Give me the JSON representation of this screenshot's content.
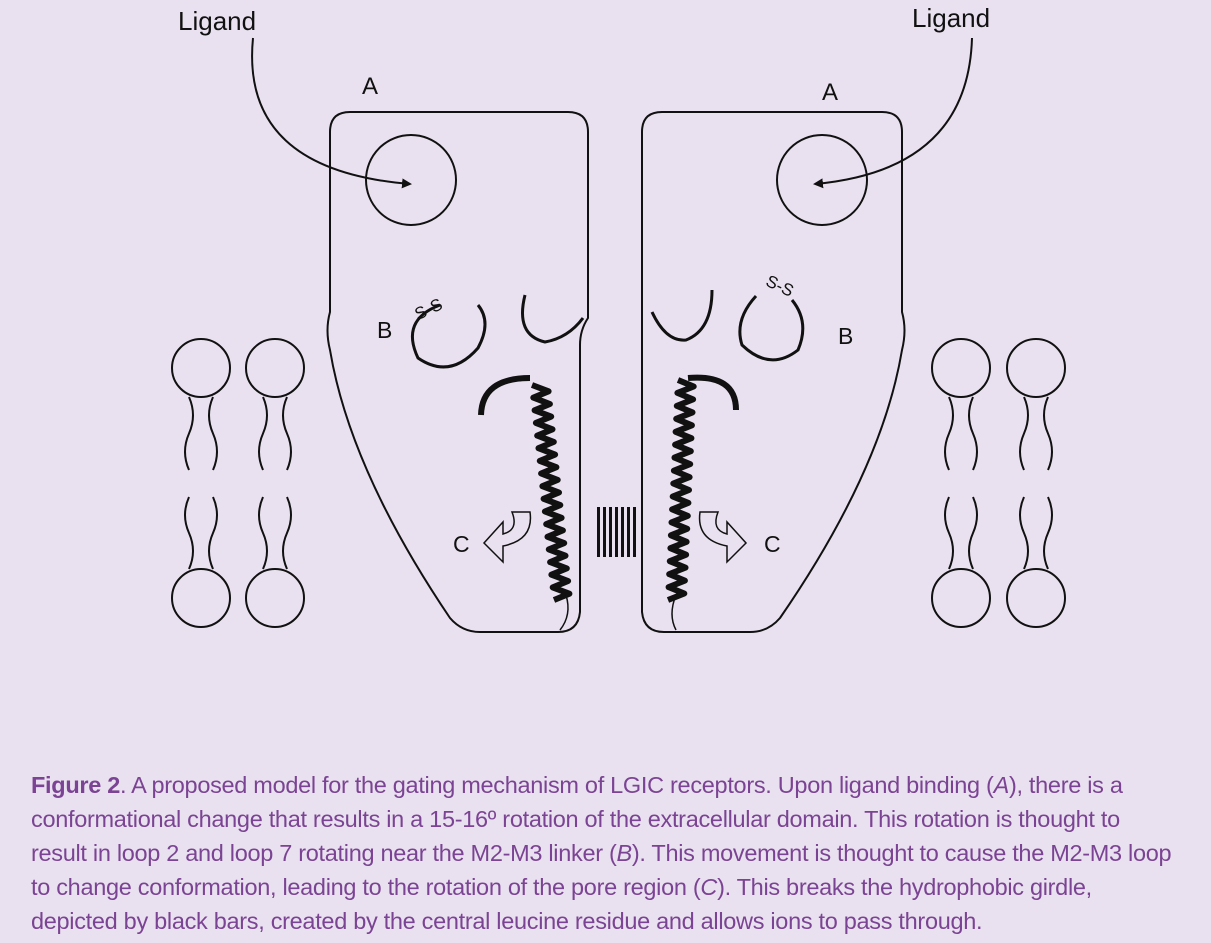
{
  "diagram": {
    "labels": {
      "ligand_left": "Ligand",
      "ligand_right": "Ligand",
      "a_left": "A",
      "a_right": "A",
      "b_left": "B",
      "b_right": "B",
      "c_left": "C",
      "c_right": "C",
      "ss_left": "S-S",
      "ss_right": "S-S"
    }
  },
  "caption": {
    "figure_label": "Figure 2",
    "seg1": ".  A proposed model for the gating mechanism of LGIC receptors.  Upon ligand binding (",
    "ref_a": "A",
    "seg2": "), there is a",
    "line2": "conformational change that results in a 15-16º rotation of the extracellular domain.  This rotation is thought to",
    "line3a": "result in loop 2 and loop 7 rotating near the M2-M3 linker (",
    "ref_b": "B",
    "line3b": ").  This movement is thought to cause the M2-M3 loop",
    "line4a": "to change conformation, leading to the rotation of the pore region (",
    "ref_c": "C",
    "line4b": ").  This breaks the hydrophobic girdle,",
    "line5": "depicted by black bars, created by the central leucine residue and allows ions to pass through."
  }
}
